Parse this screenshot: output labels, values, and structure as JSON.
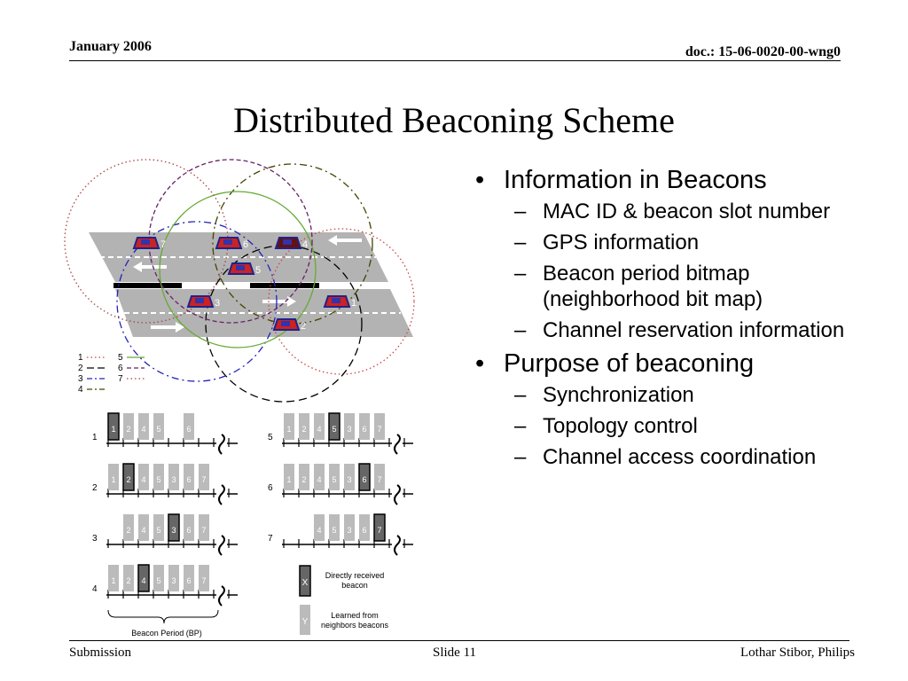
{
  "header": {
    "date": "January 2006",
    "doc": "doc.:  15-06-0020-00-wng0"
  },
  "title": "Distributed Beaconing Scheme",
  "bullets": [
    {
      "label": "Information in Beacons",
      "subs": [
        "MAC ID & beacon slot number",
        "GPS information",
        "Beacon period bitmap (neighborhood bit map)",
        "Channel reservation information"
      ]
    },
    {
      "label": "Purpose of beaconing",
      "subs": [
        "Synchronization",
        "Topology control",
        "Channel access coordination"
      ]
    }
  ],
  "footer": {
    "left": "Submission",
    "center": "Slide 11",
    "right": "Lothar Stibor, Philips"
  },
  "diagram": {
    "cars": [
      "7",
      "6",
      "4",
      "5",
      "3",
      "1",
      "2"
    ],
    "legend": [
      "1",
      "2",
      "3",
      "4",
      "5",
      "6",
      "7"
    ],
    "rows": [
      {
        "node": "1",
        "slots": [
          "1",
          "2",
          "4",
          "5",
          "",
          "6",
          ""
        ]
      },
      {
        "node": "2",
        "slots": [
          "1",
          "2",
          "4",
          "5",
          "3",
          "6",
          "7"
        ]
      },
      {
        "node": "3",
        "slots": [
          "",
          "2",
          "4",
          "5",
          "3",
          "6",
          "7"
        ]
      },
      {
        "node": "4",
        "slots": [
          "1",
          "2",
          "4",
          "5",
          "3",
          "6",
          "7"
        ]
      },
      {
        "node": "5",
        "slots": [
          "1",
          "2",
          "4",
          "5",
          "3",
          "6",
          "7"
        ]
      },
      {
        "node": "6",
        "slots": [
          "1",
          "2",
          "4",
          "5",
          "3",
          "6",
          "7"
        ]
      },
      {
        "node": "7",
        "slots": [
          "",
          "",
          "4",
          "5",
          "3",
          "6",
          "7"
        ]
      }
    ],
    "key_direct_symbol": "X",
    "key_direct_label": [
      "Directly received",
      "beacon"
    ],
    "key_learned_symbol": "Y",
    "key_learned_label": [
      "Learned from",
      "neighbors beacons"
    ],
    "beacon_period_label": "Beacon Period (BP)"
  }
}
